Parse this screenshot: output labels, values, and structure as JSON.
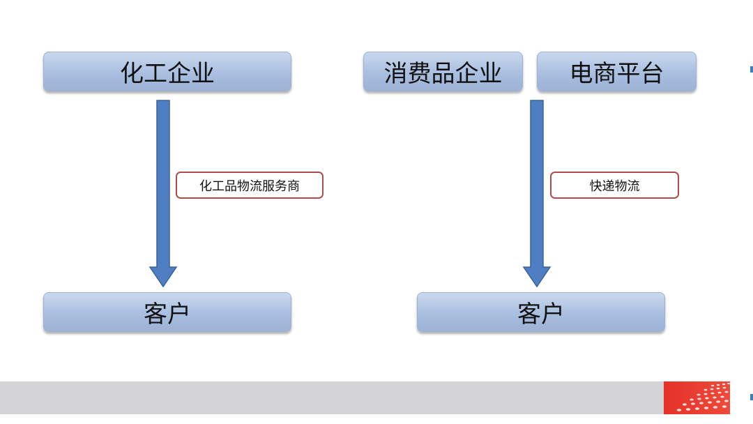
{
  "left_flow": {
    "source": "化工企业",
    "carrier": "化工品物流服务商",
    "target": "客户"
  },
  "right_flow": {
    "source_a": "消费品企业",
    "source_b": "电商平台",
    "carrier": "快递物流",
    "target": "客户"
  },
  "colors": {
    "node_fill": "#a9bfe0",
    "arrow_fill": "#4f7ec2",
    "label_border": "#b14a4a",
    "footer_bar": "#d4d4d6",
    "logo_red": "#e5322a",
    "edge_mark": "#3a7fc2"
  }
}
